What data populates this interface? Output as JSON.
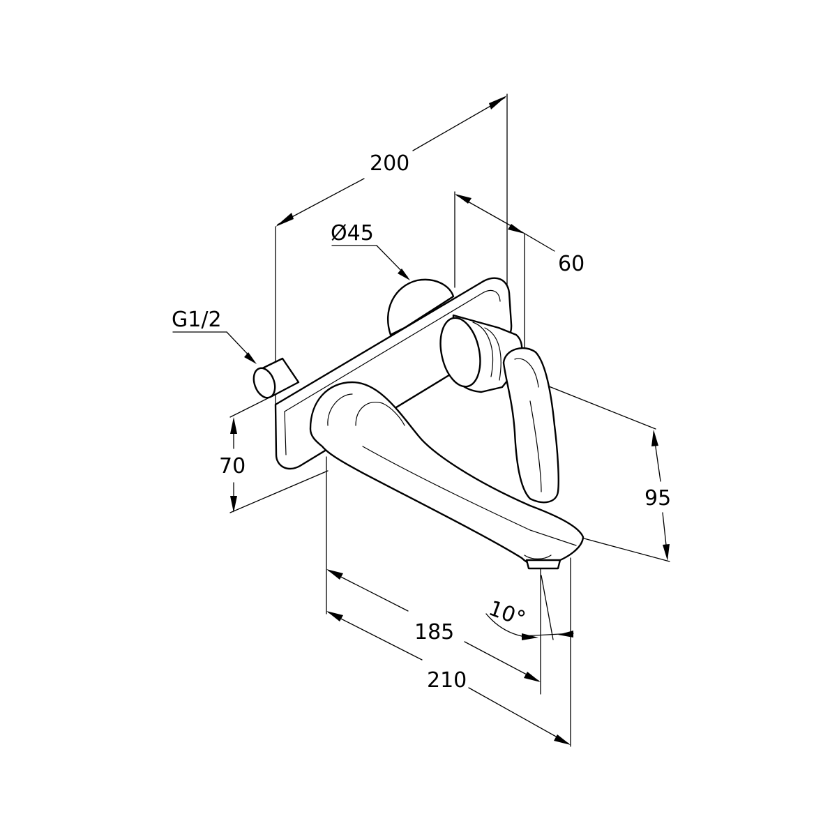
{
  "dimensions": {
    "width_200": "200",
    "diameter_45": "Ø45",
    "depth_60": "60",
    "thread_g12": "G1/2",
    "height_70": "70",
    "height_95": "95",
    "spout_185": "185",
    "spout_210": "210",
    "angle_10": "10°"
  },
  "colors": {
    "line": "#000000",
    "background": "#ffffff"
  }
}
